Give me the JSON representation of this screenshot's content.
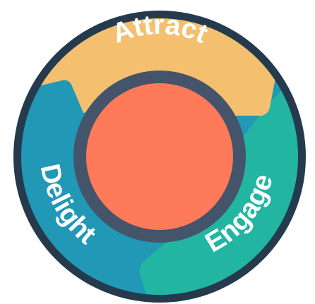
{
  "diagram": {
    "stages": [
      {
        "key": "attract",
        "label": "Attract",
        "color": "#F4C06F"
      },
      {
        "key": "engage",
        "label": "Engage",
        "color": "#22B5A2"
      },
      {
        "key": "delight",
        "label": "Delight",
        "color": "#2198B6"
      }
    ],
    "hub": {
      "fill": "#FF7A59",
      "ring": "#44546A"
    },
    "outline": "#263A4D"
  }
}
